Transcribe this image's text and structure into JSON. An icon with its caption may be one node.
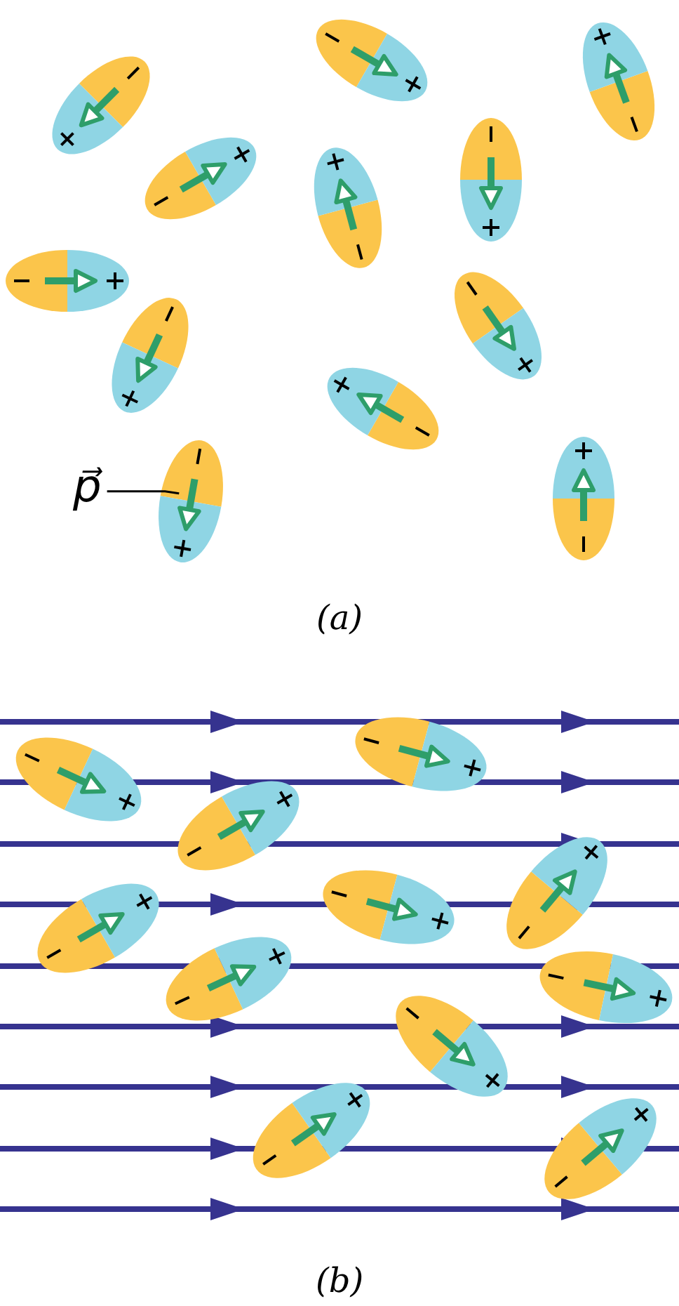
{
  "diagram": {
    "nodes": [
      {
        "text": [
          "p⃗"
        ]
      },
      {
        "text": [],
        "shape": "arrow"
      }
    ],
    "edges": [
      {
        "from": 0,
        "to": 1,
        "arrow": "none"
      }
    ],
    "labels": [
      "(a)",
      "(b)"
    ]
  }
}
